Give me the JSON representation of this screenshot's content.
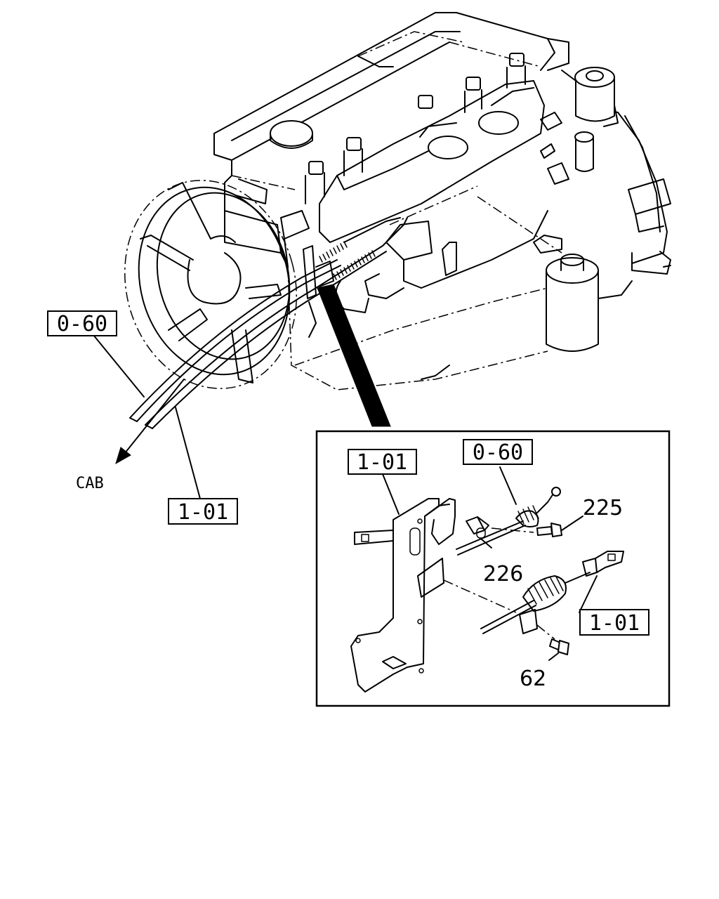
{
  "labels": {
    "ref_upper_left": "0-60",
    "ref_lower_left": "1-01",
    "cab": "CAB",
    "detail_ref_left": "1-01",
    "detail_ref_top": "0-60",
    "detail_ref_right": "1-01",
    "part_225": "225",
    "part_226": "226",
    "part_62": "62"
  }
}
